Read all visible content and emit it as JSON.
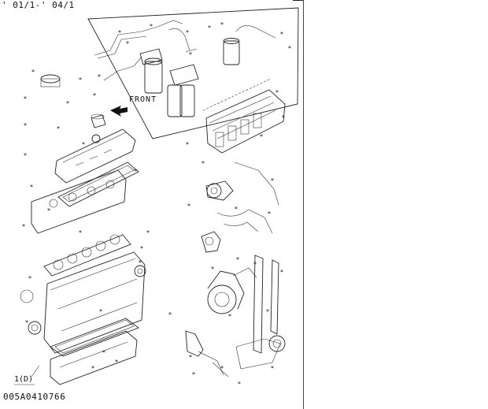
{
  "header": {
    "date_range": "' 01/1-' 04/1"
  },
  "diagram": {
    "inset_arrow_label": "FRONT",
    "part_callout": "1(D)",
    "document_id": "005A0410766"
  }
}
